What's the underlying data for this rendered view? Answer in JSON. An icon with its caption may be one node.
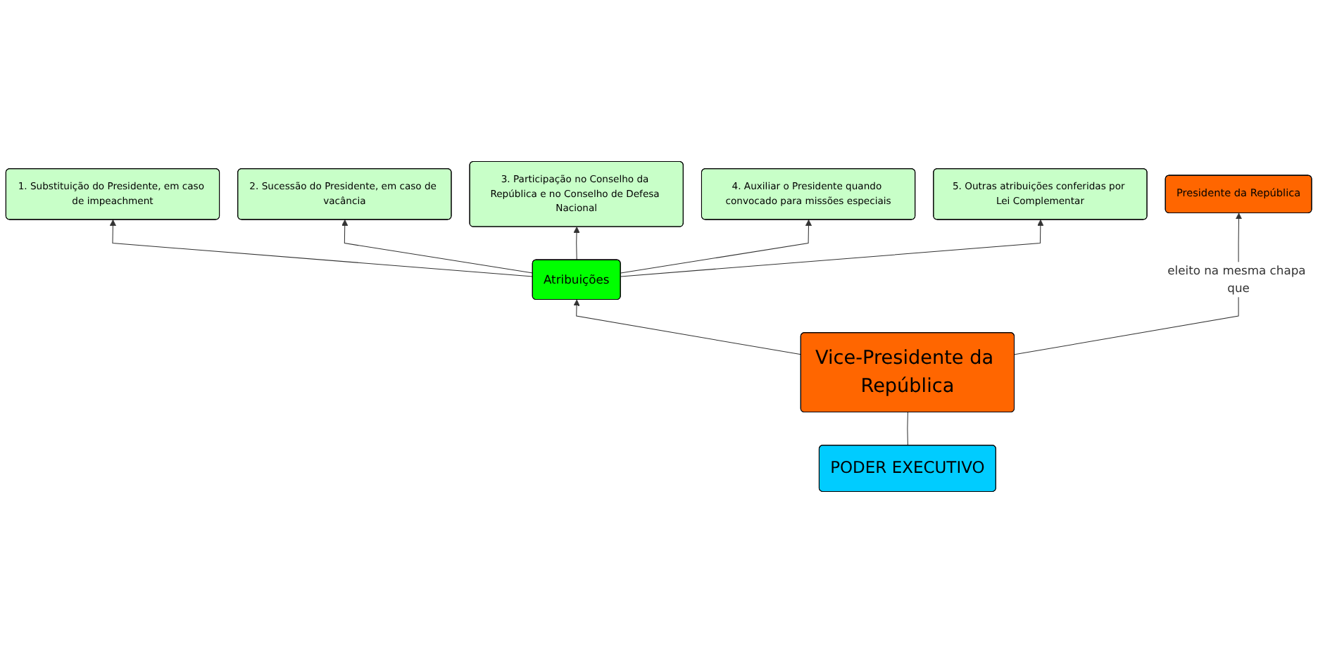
{
  "diagram": {
    "nodes": [
      {
        "text": [
          "PODER EXECUTIVO"
        ]
      },
      {
        "text": [
          "Vice-Presidente da República"
        ]
      },
      {
        "text": [
          "Presidente da República"
        ]
      },
      {
        "text": [
          "Atribuições"
        ]
      },
      {
        "text": [
          "1. Substituição do Presidente, em caso de impeachment"
        ]
      },
      {
        "text": [
          "2. Sucessão do Presidente, em caso de vacância"
        ]
      },
      {
        "text": [
          "3. Participação no Conselho da República e no Conselho de Defesa Nacional"
        ]
      },
      {
        "text": [
          "4. Auxiliar o Presidente quando convocado para missões especiais"
        ]
      },
      {
        "text": [
          "5. Outras atribuições conferidas por Lei Complementar"
        ]
      }
    ],
    "edges": [
      {
        "from": 0,
        "to": 1,
        "arrow": "none"
      },
      {
        "from": 1,
        "to": 3,
        "arrow": "to"
      },
      {
        "from": 1,
        "to": 2,
        "label": "eleito na mesma chapa que",
        "arrow": "to"
      },
      {
        "from": 3,
        "to": 4,
        "arrow": "to"
      },
      {
        "from": 3,
        "to": 5,
        "arrow": "to"
      },
      {
        "from": 3,
        "to": 6,
        "arrow": "to"
      },
      {
        "from": 3,
        "to": 7,
        "arrow": "to"
      },
      {
        "from": 3,
        "to": 8,
        "arrow": "to"
      }
    ]
  }
}
